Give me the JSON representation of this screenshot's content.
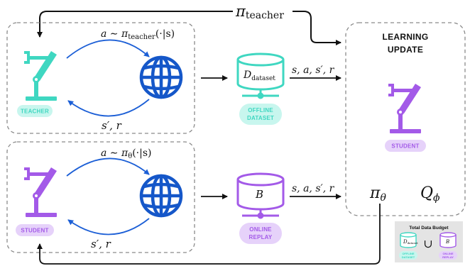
{
  "colors": {
    "teacher": "#3fd7c1",
    "teacher_badge_bg": "#c8f6ee",
    "student": "#a35ae8",
    "student_badge_bg": "#e6d2fa",
    "globe": "#1557c9",
    "arrow_blue": "#1c5fd6",
    "box_border": "#8a8a8a"
  },
  "icons": [
    "robot-arm-icon",
    "globe-icon",
    "database-icon"
  ],
  "top_policy_label": "π",
  "top_policy_sub": "teacher",
  "teacher_panel": {
    "badge": "TEACHER",
    "action_label": "a ∼ π",
    "action_label_sub": "teacher",
    "action_label_tail": "(·|s)",
    "feedback_label": "s′, r"
  },
  "student_panel": {
    "badge": "STUDENT",
    "action_label": "a ∼ π",
    "action_label_sub": "θ",
    "action_label_tail": "(·|s)",
    "feedback_label": "s′, r"
  },
  "offline_dataset": {
    "db_label": "D",
    "db_label_sub": "dataset",
    "badge_line1": "OFFLINE",
    "badge_line2": "DATASET",
    "transition_label": "s, a, s′, r"
  },
  "online_replay": {
    "db_label": "B",
    "badge_line1": "ONLINE",
    "badge_line2": "REPLAY",
    "transition_label": "s, a, s′, r"
  },
  "learning_update": {
    "title_line1": "LEARNING",
    "title_line2": "UPDATE",
    "badge": "STUDENT",
    "policy": "π",
    "policy_sub": "θ",
    "critic": "Q",
    "critic_sub": "ϕ"
  },
  "budget": {
    "title": "Total Data Budget",
    "union": "∪",
    "left_db": "D",
    "left_db_sub": "dataset",
    "left_caption_1": "OFFLINE",
    "left_caption_2": "DATASET",
    "right_db": "B",
    "right_caption_1": "ONLINE",
    "right_caption_2": "REPLAY"
  }
}
